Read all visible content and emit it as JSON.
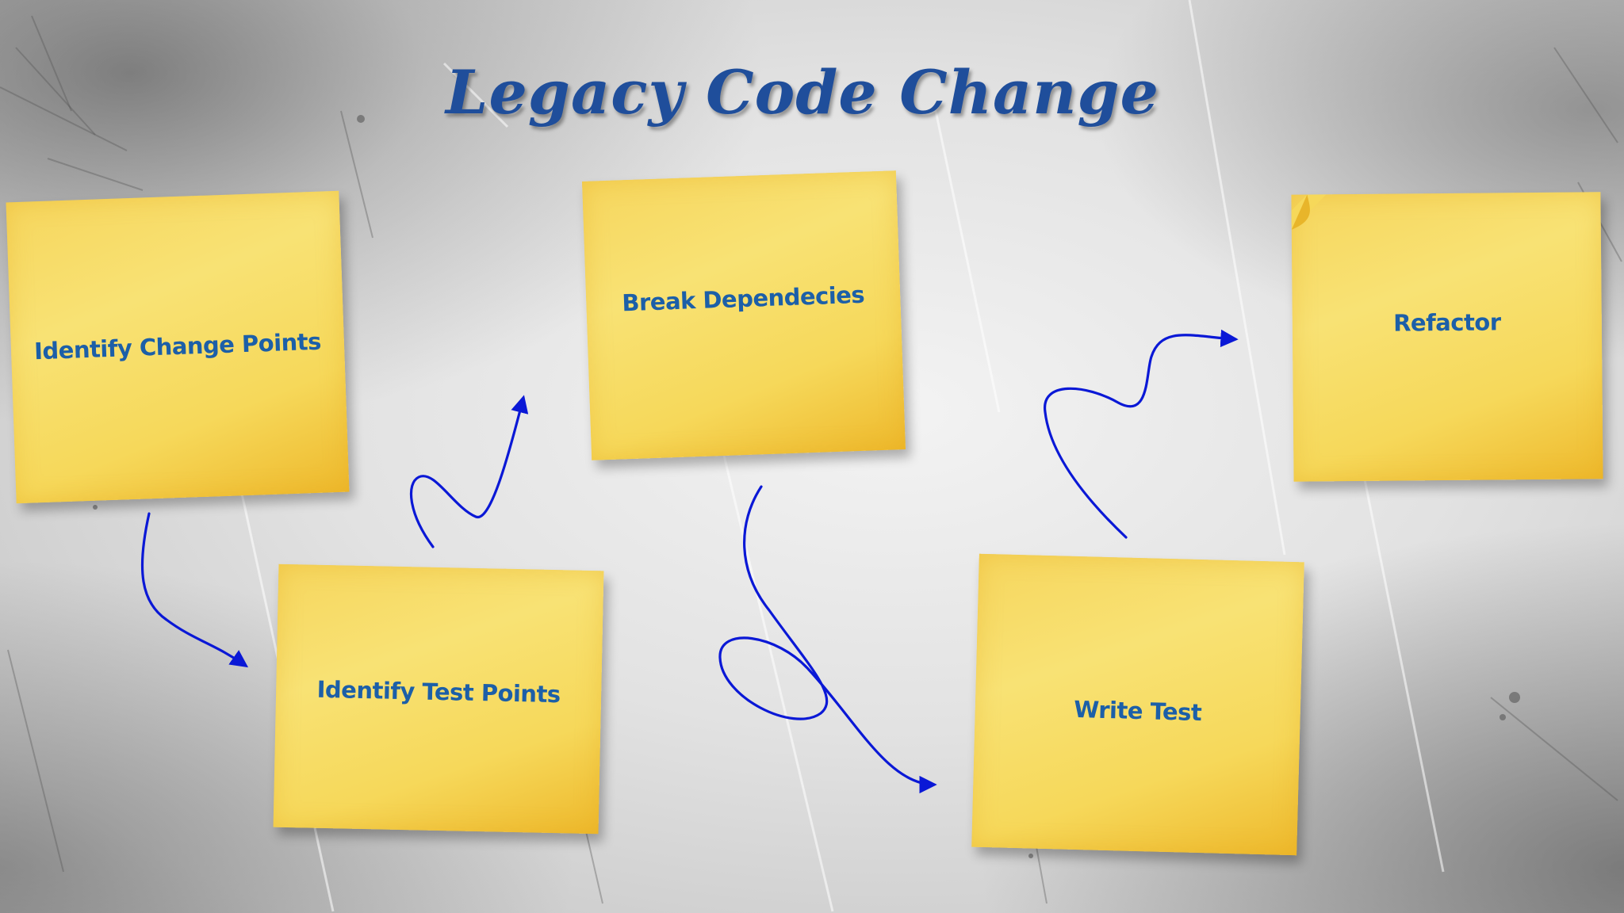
{
  "title": "Legacy Code Change",
  "colors": {
    "title": "#1f4e9b",
    "note_text": "#1c5fa8",
    "note_fill": "#f6d85a",
    "arrow": "#0a18d6"
  },
  "notes": [
    {
      "label": "Identify Change Points"
    },
    {
      "label": "Identify Test Points"
    },
    {
      "label": "Break Dependecies"
    },
    {
      "label": "Write Test"
    },
    {
      "label": "Refactor"
    }
  ]
}
